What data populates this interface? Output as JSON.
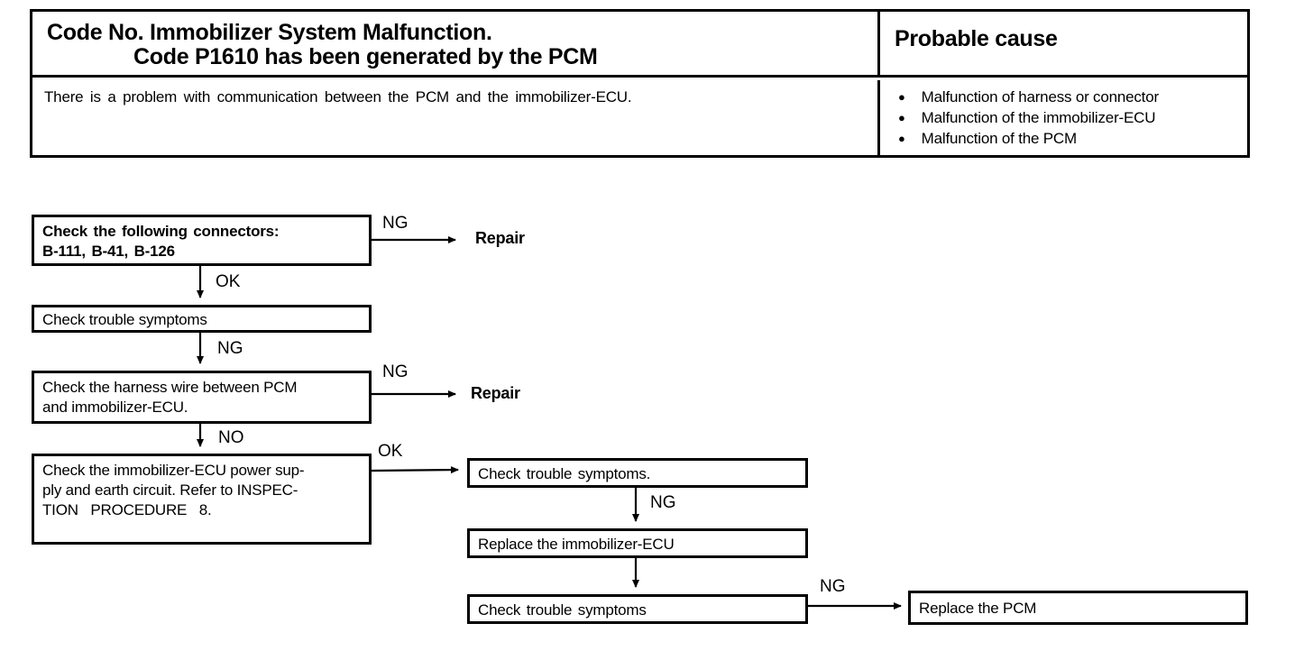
{
  "page": {
    "background": "#ffffff",
    "ink": "#000000"
  },
  "table": {
    "title_line1": "Code No. Immobilizer System Malfunction.",
    "title_line2": "Code P1610 has been generated by the PCM",
    "probable_cause_header": "Probable cause",
    "description": "There is a problem with communication between the PCM and the immobilizer-ECU.",
    "bullet_icon": "●",
    "causes": [
      "Malfunction of harness or connector",
      "Malfunction of the immobilizer-ECU",
      "Malfunction of the PCM"
    ]
  },
  "flowchart": {
    "boxes": {
      "check_connectors": {
        "line1": "Check the following connectors:",
        "line2": "B-111, B-41, B-126"
      },
      "check_symptoms_1": {
        "line1": "Check trouble symptoms"
      },
      "check_harness": {
        "line1": "Check the harness wire between PCM",
        "line2": "and immobilizer-ECU."
      },
      "check_power": {
        "line1": "Check the immobilizer-ECU power sup-",
        "line2": "ply and earth circuit. Refer to INSPEC-",
        "line3": "TION   PROCEDURE   8."
      },
      "check_symptoms_2": {
        "line1": "Check trouble symptoms."
      },
      "replace_ecu": {
        "line1": "Replace the immobilizer-ECU"
      },
      "check_symptoms_3": {
        "line1": "Check trouble symptoms"
      },
      "replace_pcm": {
        "line1": "Replace the PCM"
      }
    },
    "labels": {
      "ng1": "NG",
      "repair1": "Repair",
      "ok1": "OK",
      "ng2": "NG",
      "ng3": "NG",
      "repair2": "Repair",
      "no1": "NO",
      "ok2": "OK",
      "ng4": "NG",
      "ng5": "NG"
    }
  }
}
